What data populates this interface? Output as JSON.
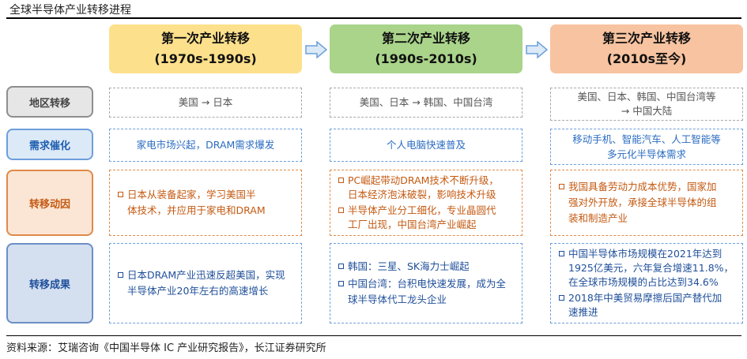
{
  "title": "全球半导体产业转移进程",
  "eras": [
    {
      "name": "第一次产业转移",
      "period": "(1970s-1990s)"
    },
    {
      "name": "第二次产业转移",
      "period": "(1990s-2010s)"
    },
    {
      "name": "第三次产业转移",
      "period": "(2010s至今)"
    }
  ],
  "row_labels": [
    "地区转移",
    "需求催化",
    "转移动因",
    "转移成果"
  ],
  "region": [
    [
      "美国 → 日本"
    ],
    [
      "美国、日本 → 韩国、中国台湾"
    ],
    [
      "美国、日本、韩国、中国台湾等",
      "→ 中国大陆"
    ]
  ],
  "demand": [
    [
      "家电市场兴起，DRAM需求爆发"
    ],
    [
      "个人电脑快速普及"
    ],
    [
      "移动手机、智能汽车、人工智能等",
      "多元化半导体需求"
    ]
  ],
  "drivers": [
    [
      [
        "日本从装备起家，学习美国半",
        "体技术，并应用于家电和DRAM"
      ]
    ],
    [
      [
        "PC崛起带动DRAM技术不断升级，",
        "日本经济泡沫破裂，影响技术升级"
      ],
      [
        "半导体产业分工细化，专业晶圆代",
        "工厂出现，中国台湾产业崛起"
      ]
    ],
    [
      [
        "我国具备劳动力成本优势，国家加",
        "强对外开放，承接全球半导体的组",
        "装和制造产业"
      ]
    ]
  ],
  "results": [
    [
      [
        "日本DRAM产业迅速反超美国，实现",
        "半导体产业20年左右的高速增长"
      ]
    ],
    [
      [
        "韩国：三星、SK海力士崛起"
      ],
      [
        "中国台湾：台积电快速发展，成为全",
        "球半导体代工龙头企业"
      ]
    ],
    [
      [
        "中国半导体市场规模在2021年达到",
        "1925亿美元，六年复合增速11.8%，",
        "在全球市场规模的占比达到34.6%"
      ],
      [
        "2018年中美贸易摩擦后国产替代加",
        "速推进"
      ]
    ]
  ],
  "source": "资料来源：艾瑞咨询《中国半导体 IC 产业研究报告》，长江证券研究所"
}
